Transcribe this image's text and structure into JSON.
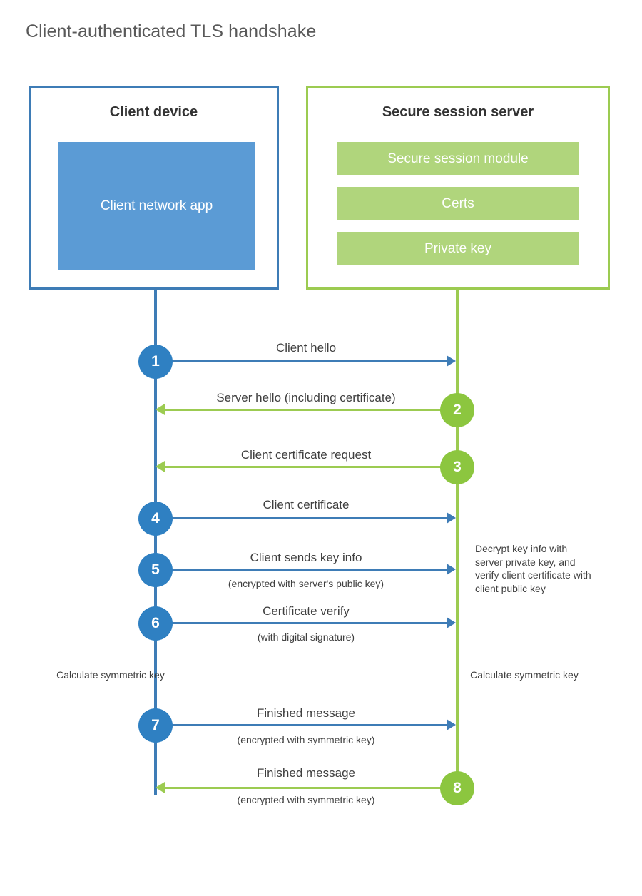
{
  "title": "Client-authenticated TLS handshake",
  "actors": {
    "client": {
      "title": "Client device",
      "app_label": "Client network app"
    },
    "server": {
      "title": "Secure session server",
      "modules": [
        {
          "label": "Secure session module"
        },
        {
          "label": "Certs"
        },
        {
          "label": "Private key"
        }
      ]
    }
  },
  "colors": {
    "client_border": "#3e7cb6",
    "client_fill": "#5b9bd5",
    "server_border": "#9ccb51",
    "server_fill": "#b0d57c",
    "badge_blue": "#2f80c2",
    "badge_green": "#8cc63f",
    "title_text": "#595959",
    "body_text": "#3f3f3f"
  },
  "steps": [
    {
      "number": "1",
      "label": "Client hello",
      "sub": "",
      "direction": "client-to-server",
      "color": "blue"
    },
    {
      "number": "2",
      "label": "Server hello (including certificate)",
      "sub": "",
      "direction": "server-to-client",
      "color": "green"
    },
    {
      "number": "3",
      "label": "Client certificate request",
      "sub": "",
      "direction": "server-to-client",
      "color": "green"
    },
    {
      "number": "4",
      "label": "Client certificate",
      "sub": "",
      "direction": "client-to-server",
      "color": "blue"
    },
    {
      "number": "5",
      "label": "Client sends key info",
      "sub": "(encrypted with server's public key)",
      "direction": "client-to-server",
      "color": "blue"
    },
    {
      "number": "6",
      "label": "Certificate verify",
      "sub": "(with digital signature)",
      "direction": "client-to-server",
      "color": "blue"
    },
    {
      "number": "7",
      "label": "Finished message",
      "sub": "(encrypted with symmetric key)",
      "direction": "client-to-server",
      "color": "blue"
    },
    {
      "number": "8",
      "label": "Finished message",
      "sub": "(encrypted with symmetric key)",
      "direction": "server-to-client",
      "color": "green"
    }
  ],
  "annotations": {
    "server_decrypt": "Decrypt key info with server private key, and verify client certificate with client public key",
    "client_calculate": "Calculate symmetric key",
    "server_calculate": "Calculate symmetric key"
  }
}
